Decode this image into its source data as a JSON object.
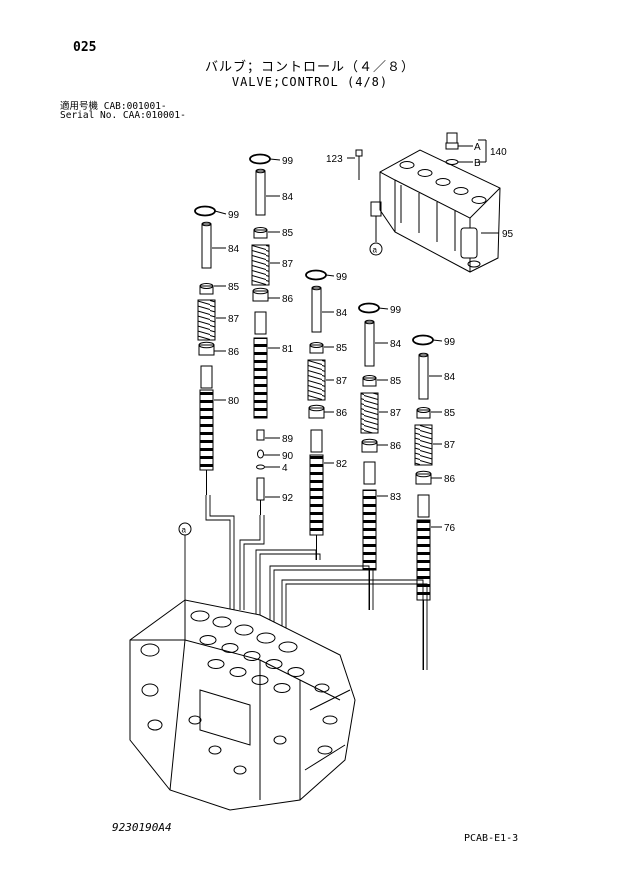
{
  "header": {
    "page_number": "025",
    "title_jp": "バルブ；コントロール（４／８）",
    "title_en": "VALVE;CONTROL (4/8)",
    "serial_line_1": "適用号機 CAB:001001-",
    "serial_line_2": "Serial No. CAA:010001-"
  },
  "callouts": {
    "c99": "99",
    "c84": "84",
    "c85": "85",
    "c87": "87",
    "c86": "86",
    "c80": "80",
    "c81": "81",
    "c82": "82",
    "c83": "83",
    "c76": "76",
    "c89": "89",
    "c90": "90",
    "c4": "4",
    "c92": "92",
    "c123": "123",
    "cA": "A",
    "cB": "B",
    "c140": "140",
    "c95": "95",
    "ref_a": "a"
  },
  "footer": {
    "drawing_number": "9230190A4",
    "sheet_code": "PCAB-E1-3"
  }
}
